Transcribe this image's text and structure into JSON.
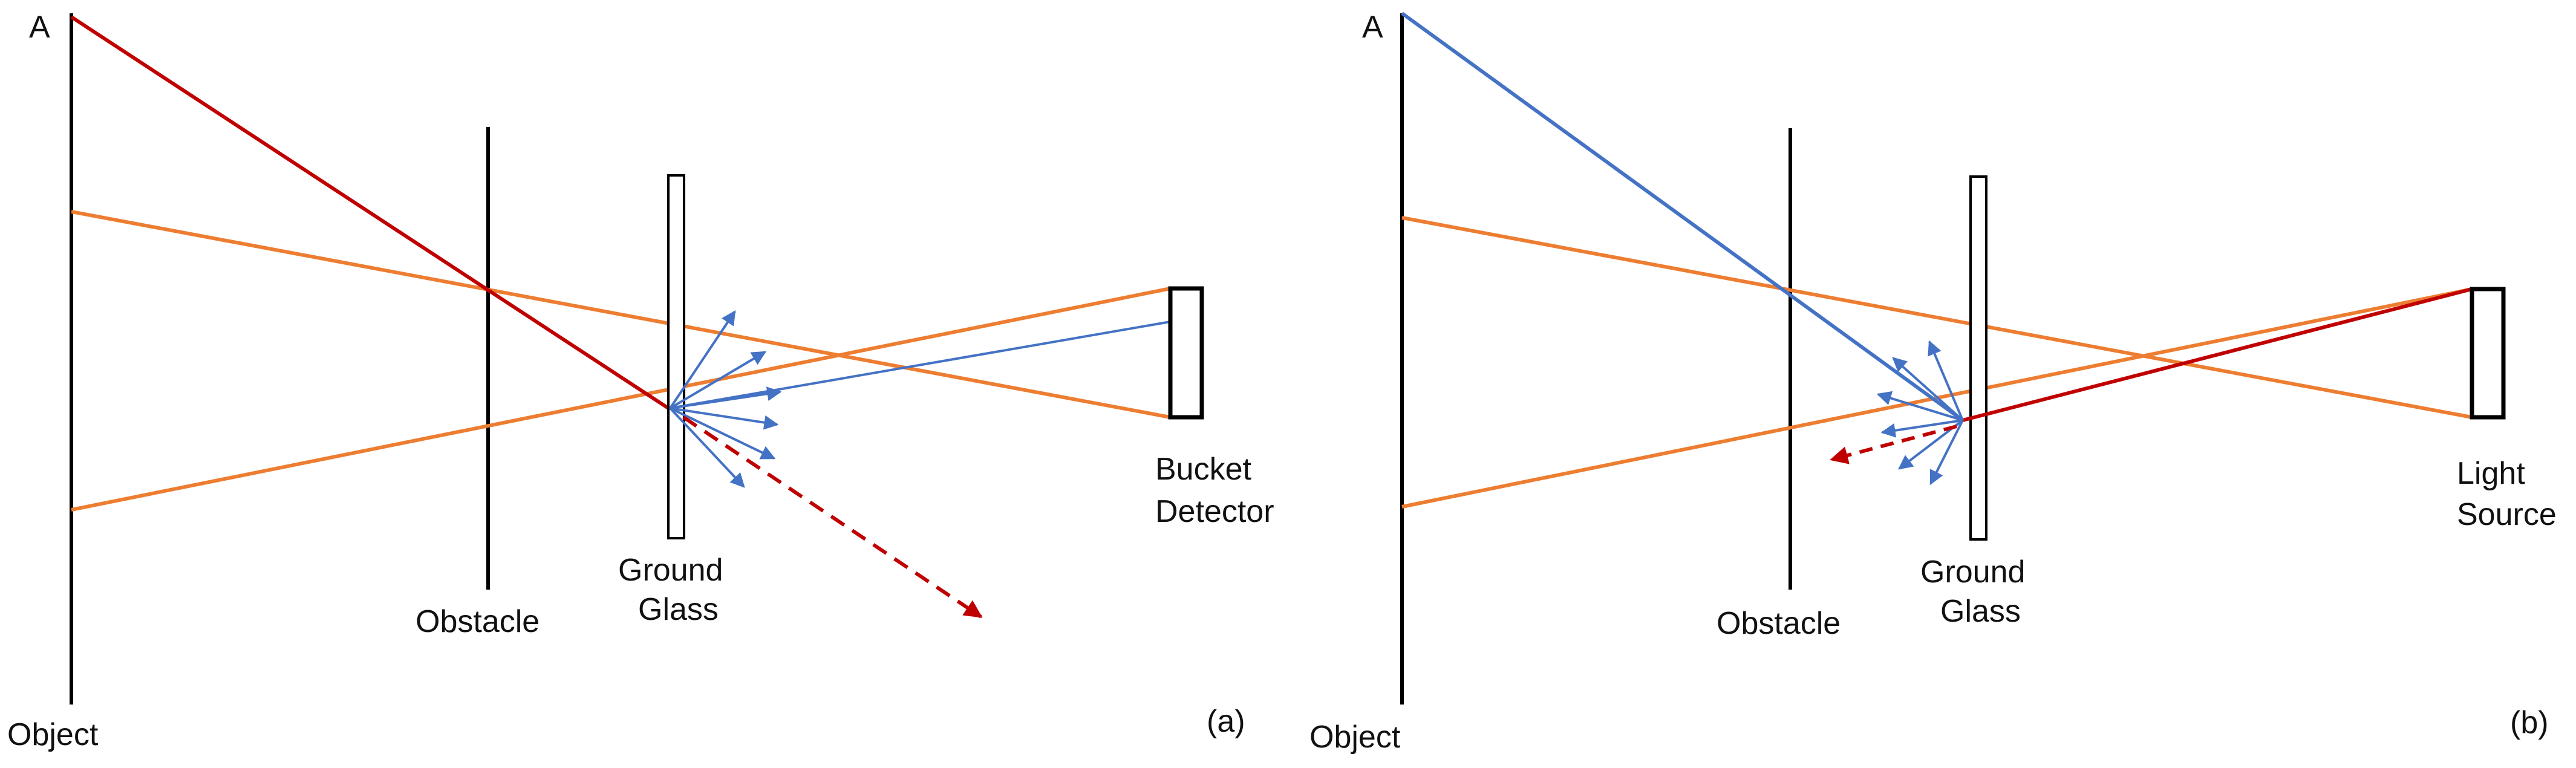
{
  "colors": {
    "black": "#000000",
    "red": "#c00000",
    "orange": "#ed7d31",
    "blue": "#4472c4"
  },
  "panels": [
    {
      "id": "a",
      "point_label": "A",
      "object_label": "Object",
      "obstacle_label": "Obstacle",
      "glass_label_line1": "Ground",
      "glass_label_line2": "Glass",
      "device_label_line1": "Bucket",
      "device_label_line2": "Detector",
      "panel_tag": "(a)"
    },
    {
      "id": "b",
      "point_label": "A",
      "object_label": "Object",
      "obstacle_label": "Obstacle",
      "glass_label_line1": "Ground",
      "glass_label_line2": "Glass",
      "device_label_line1": "Light",
      "device_label_line2": "Source",
      "panel_tag": "(b)"
    }
  ]
}
